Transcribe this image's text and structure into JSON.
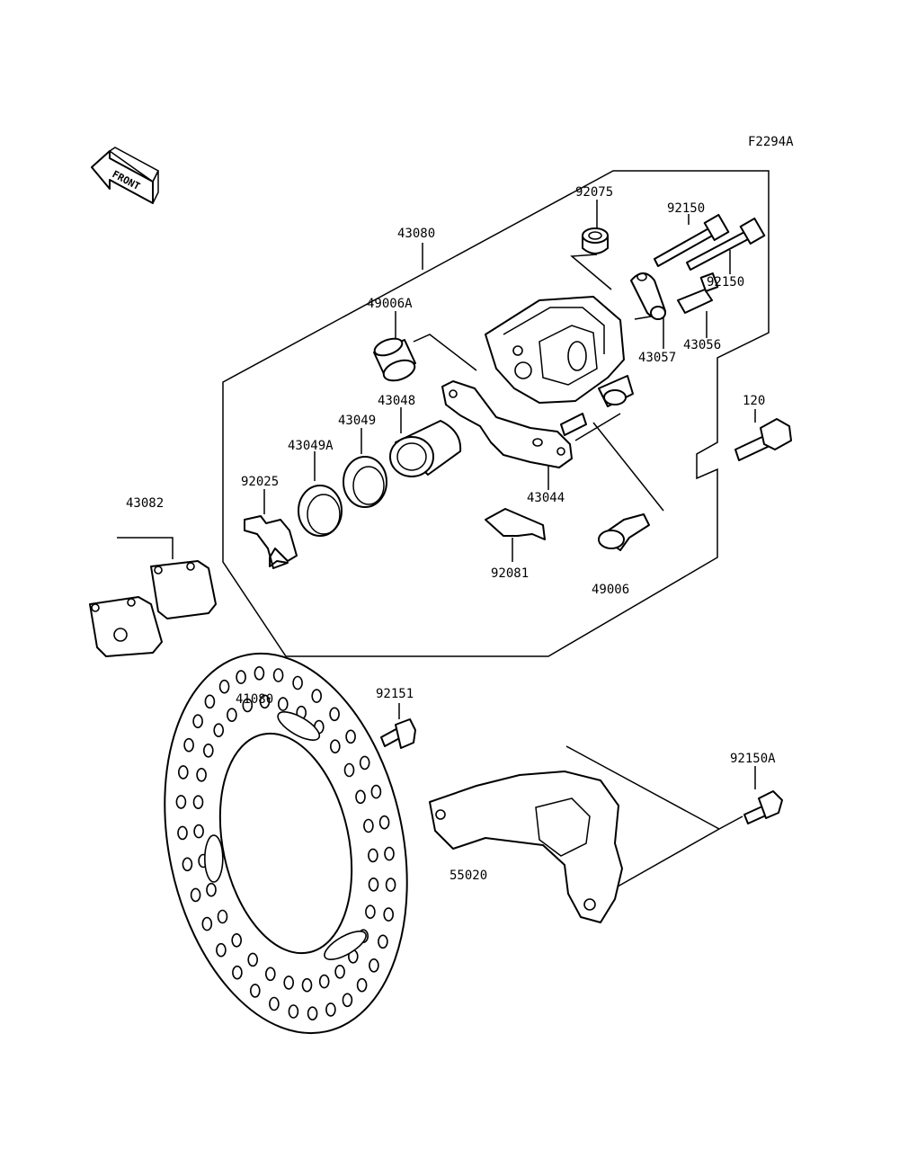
{
  "figure_code": "F2294A",
  "front_label": "FRONT",
  "labels": {
    "p43080": "43080",
    "p92075": "92075",
    "p92150a": "92150",
    "p92150b": "92150",
    "p49006A": "49006A",
    "p43057": "43057",
    "p43056": "43056",
    "p43048": "43048",
    "p43049": "43049",
    "p43049A": "43049A",
    "p92025": "92025",
    "p43044": "43044",
    "p120": "120",
    "p43082": "43082",
    "p92081": "92081",
    "p49006": "49006",
    "p41080": "41080",
    "p92151": "92151",
    "p92150A": "92150A",
    "p55020": "55020"
  }
}
